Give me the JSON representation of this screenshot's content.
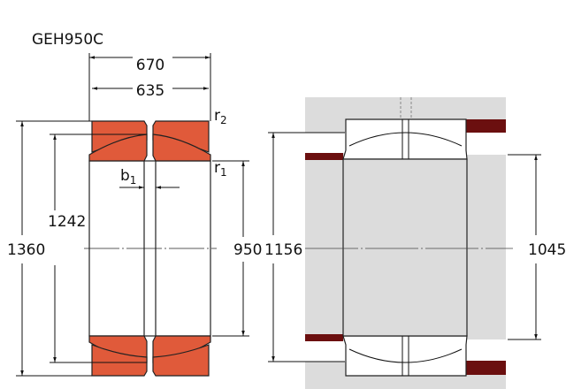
{
  "title": "GEH950C",
  "dimensions": {
    "outer_width": "670",
    "inner_width": "635",
    "outer_diameter": "1360",
    "sphere_diameter": "1242",
    "bore_diameter": "950",
    "housing_shoulder": "1156",
    "shaft_shoulder": "1045",
    "r2": "r",
    "r2_sub": "2",
    "r1": "r",
    "r1_sub": "1",
    "b1": "b",
    "b1_sub": "1"
  },
  "colors": {
    "ring": "#e05a3a",
    "housing": "#dcdcdc",
    "seal": "#6b0f0f"
  }
}
